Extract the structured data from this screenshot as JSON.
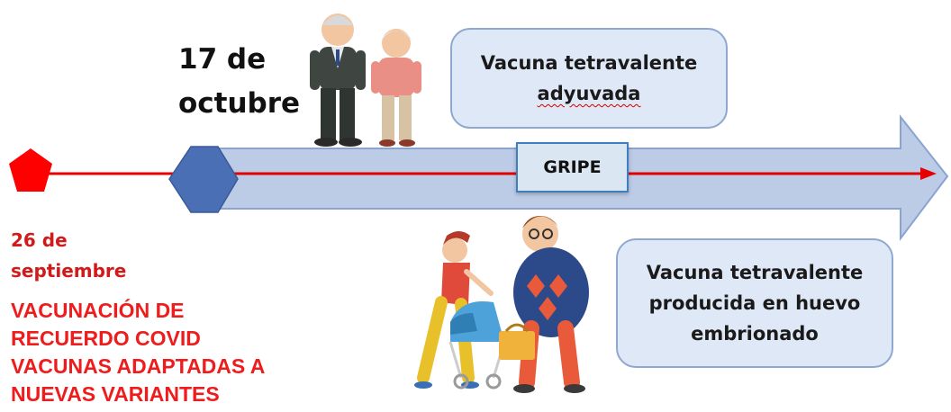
{
  "timeline": {
    "label": "GRIPE",
    "colors": {
      "arrow_fill": "#bccbe6",
      "arrow_stroke": "#8aa3cf",
      "line": "#e60000",
      "start_marker": "#ff0000",
      "oct_marker": "#4a6fb5"
    }
  },
  "events": {
    "oct": {
      "date_line1": "17 de",
      "date_line2": "octubre"
    },
    "sep": {
      "date_line1": "26 de",
      "date_line2": "septiembre",
      "title_lines": [
        "VACUNACIÓN DE",
        "RECUERDO COVID",
        "VACUNAS ADAPTADAS A",
        "NUEVAS VARIANTES"
      ]
    }
  },
  "boxes": {
    "top": {
      "line1": "Vacuna tetravalente",
      "line2": "adyuvada"
    },
    "bottom": {
      "line1": "Vacuna tetravalente",
      "line2": "producida en huevo",
      "line3": "embrionado"
    }
  },
  "illustrations": {
    "elderly_couple": "elderly-couple-illustration",
    "young_family": "young-family-illustration"
  }
}
